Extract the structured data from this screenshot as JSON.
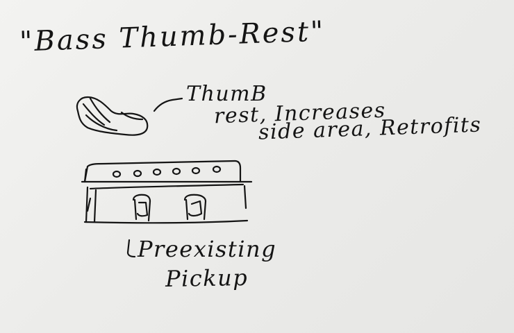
{
  "title": "\"Bass Thumb-Rest\"",
  "labels": {
    "thumb_rest_line1": "ThumB",
    "thumb_rest_line2": "rest, Increases",
    "thumb_rest_line3": "side area, Retrofits",
    "pickup_line1": "Preexisting",
    "pickup_line2": "Pickup"
  },
  "colors": {
    "ink": "#141414",
    "paper": "#ececea"
  }
}
